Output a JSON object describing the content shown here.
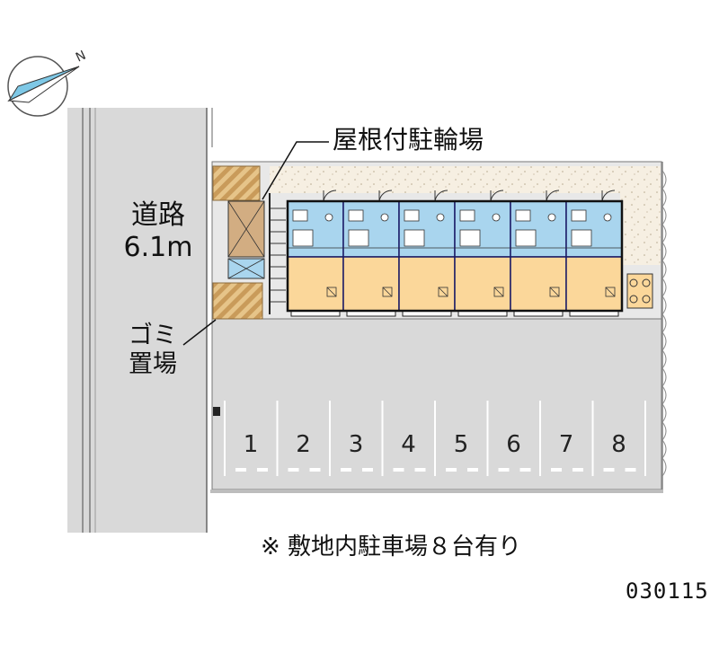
{
  "labels": {
    "road_name": "道路",
    "road_width": "6.1m",
    "bike_parking": "屋根付駐輪場",
    "garbage_line1": "ゴミ",
    "garbage_line2": "置場",
    "parking_note": "※ 敷地内駐車場８台有り",
    "code": "030115"
  },
  "parking_spaces": [
    "1",
    "2",
    "3",
    "4",
    "5",
    "6",
    "7",
    "8"
  ],
  "unit_count": 6,
  "compass": {
    "north_label": "N"
  },
  "colors": {
    "road": "#d9d9d9",
    "lot": "#d9d9d9",
    "unit_room": "#fbd79a",
    "unit_wet": "#a9d5ee",
    "stairs": "#d2ad82",
    "brick": "#e5c086",
    "walkway": "#f7f1e6",
    "outline": "#1a1a66"
  }
}
